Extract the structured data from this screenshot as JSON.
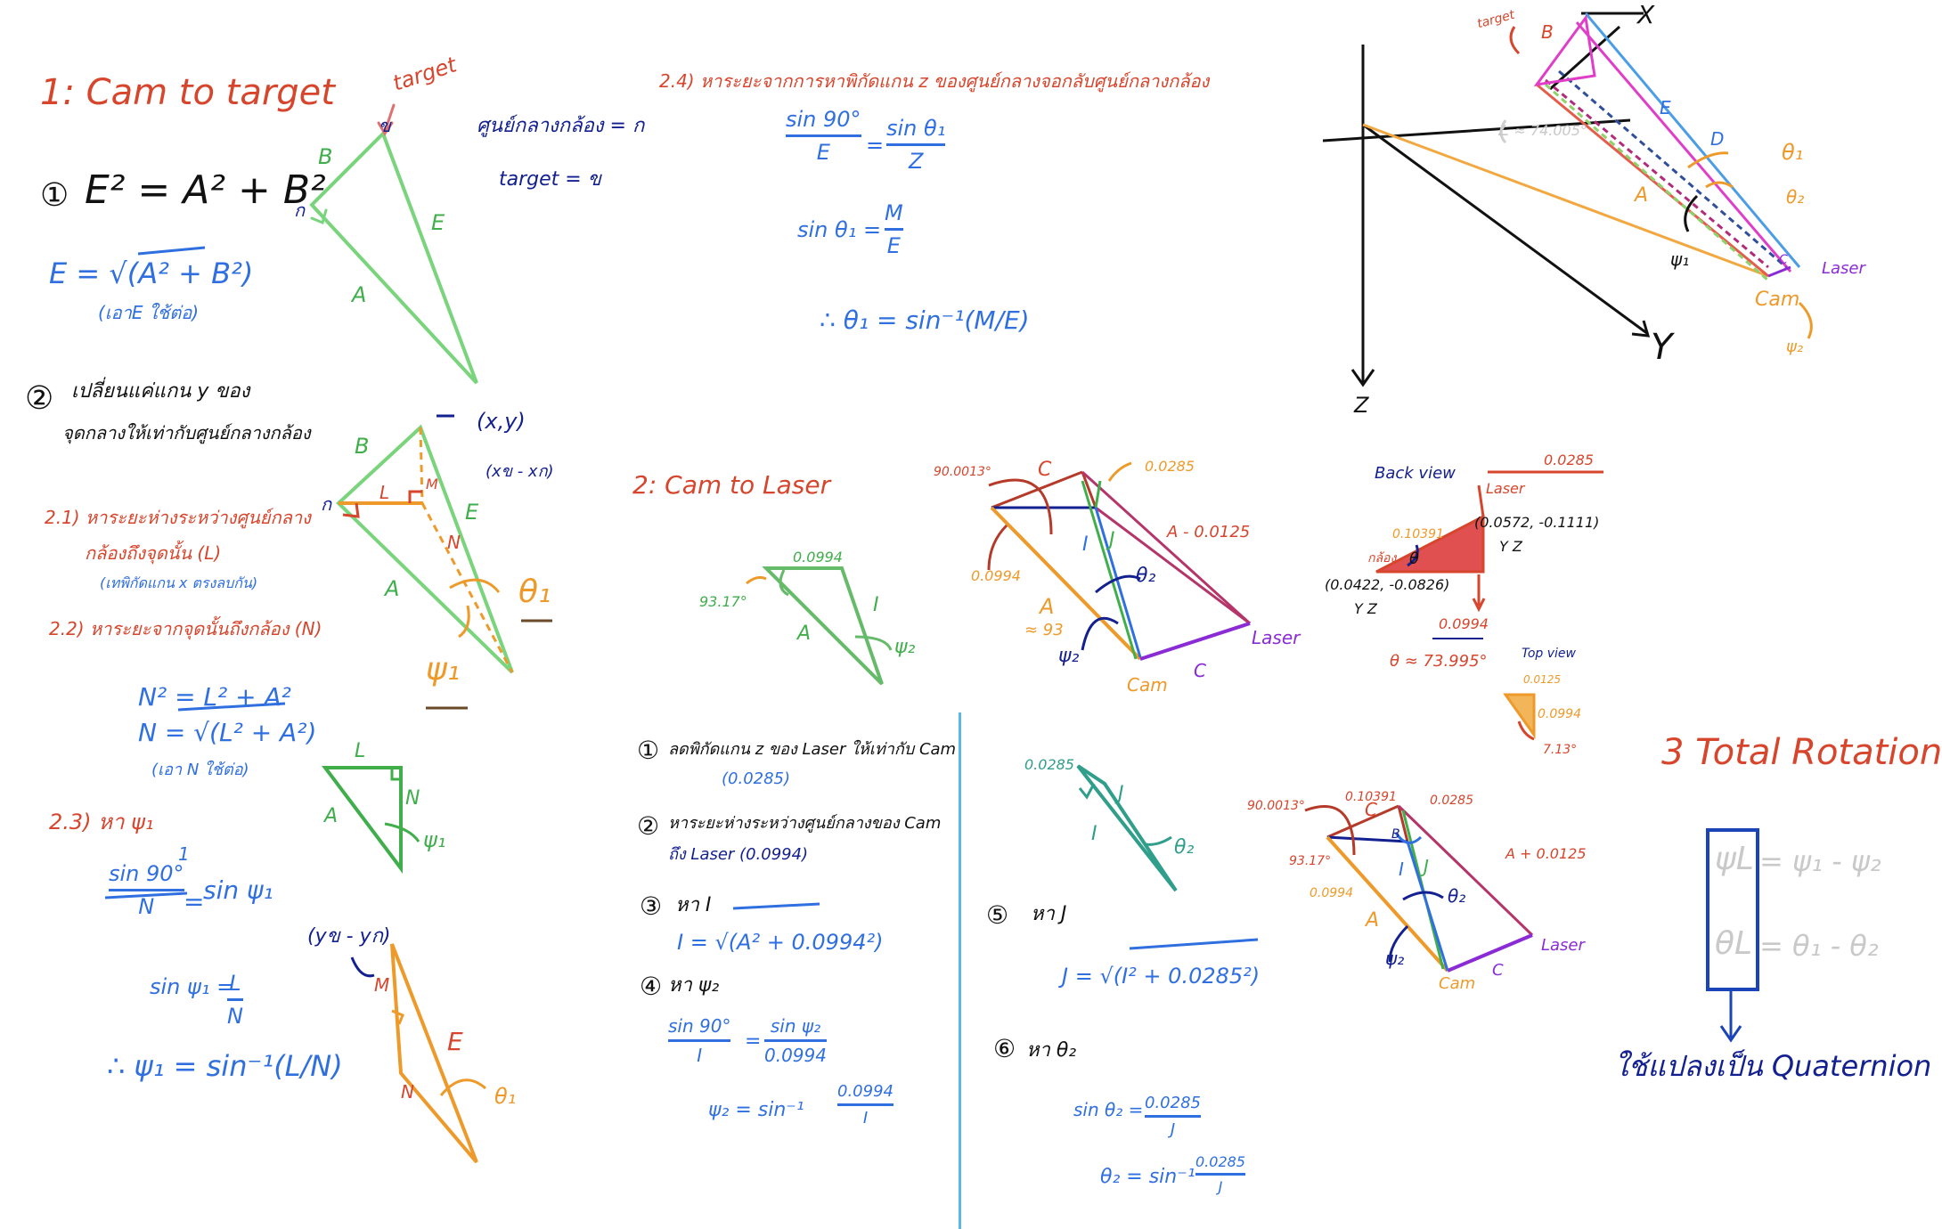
{
  "section1": {
    "title": "1: Cam to target",
    "target_label": "target",
    "step1_marker": "①",
    "eq1": "E² = A² + B²",
    "eq2": "E = √(A² + B²)",
    "eq2_note": "(เอาE ใช้ต่อ)",
    "legend_center": "ศูนย์กลางกล้อง = ก",
    "legend_target": "target = ข",
    "tri1": {
      "B": "B",
      "A": "A",
      "E": "E",
      "g": "ก",
      "kh": "ข"
    },
    "step2_marker": "②",
    "step2_line1": "เปลี่ยนแค่แกน y ของ",
    "step2_line2": "จุดกลางให้เท่ากับศูนย์กลางกล้อง",
    "xy_label": "(x,y)",
    "xy_sub": "(xข - xก)",
    "s21_line1": "2.1) หาระยะห่างระหว่างศูนย์กลาง",
    "s21_line2": "กล้องถึงจุดนั้น (L)",
    "s21_note": "(เทพิกัดแกน x ตรงลบกัน)",
    "s22_title": "2.2) หาระยะจากจุดนั้นถึงกล้อง (N)",
    "s22_eq1": "N² = L² + A²",
    "s22_eq2": "N = √(L² + A²)",
    "s22_note": "(เอา N ใช้ต่อ)",
    "s23_title": "2.3) หา ψ₁",
    "s23_num1": "sin 90°",
    "s23_den1": "N",
    "s23_one": "1",
    "s23_rhs_num": "sin ψ₁",
    "s23_lhs": "sin ψ₁ =",
    "s23_l": "L",
    "s23_n": "N",
    "s23_result": "∴  ψ₁ = sin⁻¹(L/N)",
    "tri2": {
      "B": "B",
      "A": "A",
      "E": "E",
      "L": "L",
      "M": "M",
      "N": "N",
      "g": "ก",
      "theta": "θ₁",
      "psi": "ψ₁"
    },
    "tri3": {
      "L": "L",
      "A": "A",
      "N": "N",
      "psi": "ψ₁"
    },
    "ym_label": "(yข - yก)",
    "tri4": {
      "M": "M",
      "N": "N",
      "E": "E",
      "theta": "θ₁"
    }
  },
  "section24": {
    "title": "2.4) หาระยะจากการหาพิกัดแกน z ของศูนย์กลางจอกลับศูนย์กลางกล้อง",
    "frac1_num": "sin 90°",
    "frac1_den": "E",
    "eq_sign": "=",
    "frac2_num": "sin θ₁",
    "frac2_den": "Z",
    "eq3_lhs": "sin θ₁ =",
    "eq3_num": "M",
    "eq3_den": "E",
    "eq4": "∴ θ₁ = sin⁻¹(M/E)"
  },
  "section2": {
    "title": "2: Cam to Laser",
    "tri_a": {
      "top": "0.0994",
      "angle": "93.17°",
      "I": "I",
      "A": "A",
      "psi": "ψ₂"
    },
    "fig3d": {
      "angle": "90.0013°",
      "C": "C",
      "top": "0.0285",
      "left": "0.0994",
      "I": "I",
      "J": "J",
      "A": "A",
      "A_approx": "≈ 93",
      "A_minus": "A - 0.0125",
      "psi": "ψ₂",
      "theta": "θ₂",
      "laser": "Laser",
      "cam": "Cam",
      "c": "C"
    },
    "steps": {
      "s1_marker": "①",
      "s1": "ลดพิกัดแกน z ของ Laser ให้เท่ากับ Cam",
      "s1_val": "(0.0285)",
      "s2_marker": "②",
      "s2_line1": "หาระยะห่างระหว่างศูนย์กลางของ Cam",
      "s2_line2": "ถึง Laser (0.0994)",
      "s3_marker": "③",
      "s3": "หา I",
      "s3_eq": "I = √(A² + 0.0994²)",
      "s4_marker": "④",
      "s4": "หา ψ₂",
      "s4_num1": "sin 90°",
      "s4_den1": "I",
      "s4_num2": "sin ψ₂",
      "s4_den2": "0.0994",
      "s4_eq": "ψ₂ = sin⁻¹",
      "s4_frac_num": "0.0994",
      "s4_frac_den": "I",
      "s5_marker": "⑤",
      "s5": "หา J",
      "s5_eq": "J = √(I² + 0.0285²)",
      "s6_marker": "⑥",
      "s6": "หา θ₂",
      "s6_lhs": "sin θ₂ =",
      "s6_num": "0.0285",
      "s6_den": "J",
      "s6_eq": "θ₂ = sin⁻¹",
      "s6_frac_num": "0.0285",
      "s6_frac_den": "J"
    },
    "tri_b": {
      "top": "0.0285",
      "J": "J",
      "I": "I",
      "theta": "θ₂"
    },
    "fig3d_b": {
      "angle": "90.0013°",
      "val1": "0.10391",
      "val2": "0.0285",
      "angle2": "93.17°",
      "left": "0.0994",
      "A_plus": "A + 0.0125",
      "C": "C",
      "I": "I",
      "J": "J",
      "A": "A",
      "psi": "ψ₂",
      "theta": "θ₂",
      "laser": "Laser",
      "cam": "Cam",
      "c": "C",
      "B": "B"
    }
  },
  "backview": {
    "title": "Back view",
    "laser": "Laser",
    "top_val": "0.0285",
    "hyp": "0.10391",
    "cam": "กล้อง",
    "theta": "θ",
    "laser_coord": "(0.0572, -0.1111)",
    "laser_yz": "Y      Z",
    "cam_coord": "(0.0422, -0.0826)",
    "cam_yz": "Y      Z",
    "bottom": "0.0994",
    "theta_approx": "θ ≈ 73.995°",
    "topview": "Top view",
    "tv_top": "0.0125",
    "tv_side": "0.0994",
    "tv_angle": "7.13°"
  },
  "axes3d": {
    "x": "X",
    "y": "Y",
    "z": "Z",
    "target": "target",
    "B": "B",
    "D": "D",
    "E": "E",
    "A": "A",
    "C": "C",
    "alpha_note": "∠ ≈ 74.005°",
    "theta1": "θ₁",
    "theta2": "θ₂",
    "psi1": "ψ₁",
    "psi2": "ψ₂",
    "laser": "Laser",
    "cam": "Cam"
  },
  "section3": {
    "title": "3 Total Rotation",
    "psi_L": "ψL",
    "eq_psi": "= ψ₁ - ψ₂",
    "theta_L": "θL",
    "eq_theta": "= θ₁ - θ₂",
    "quaternion": "ใช้แปลงเป็น Quaternion"
  }
}
